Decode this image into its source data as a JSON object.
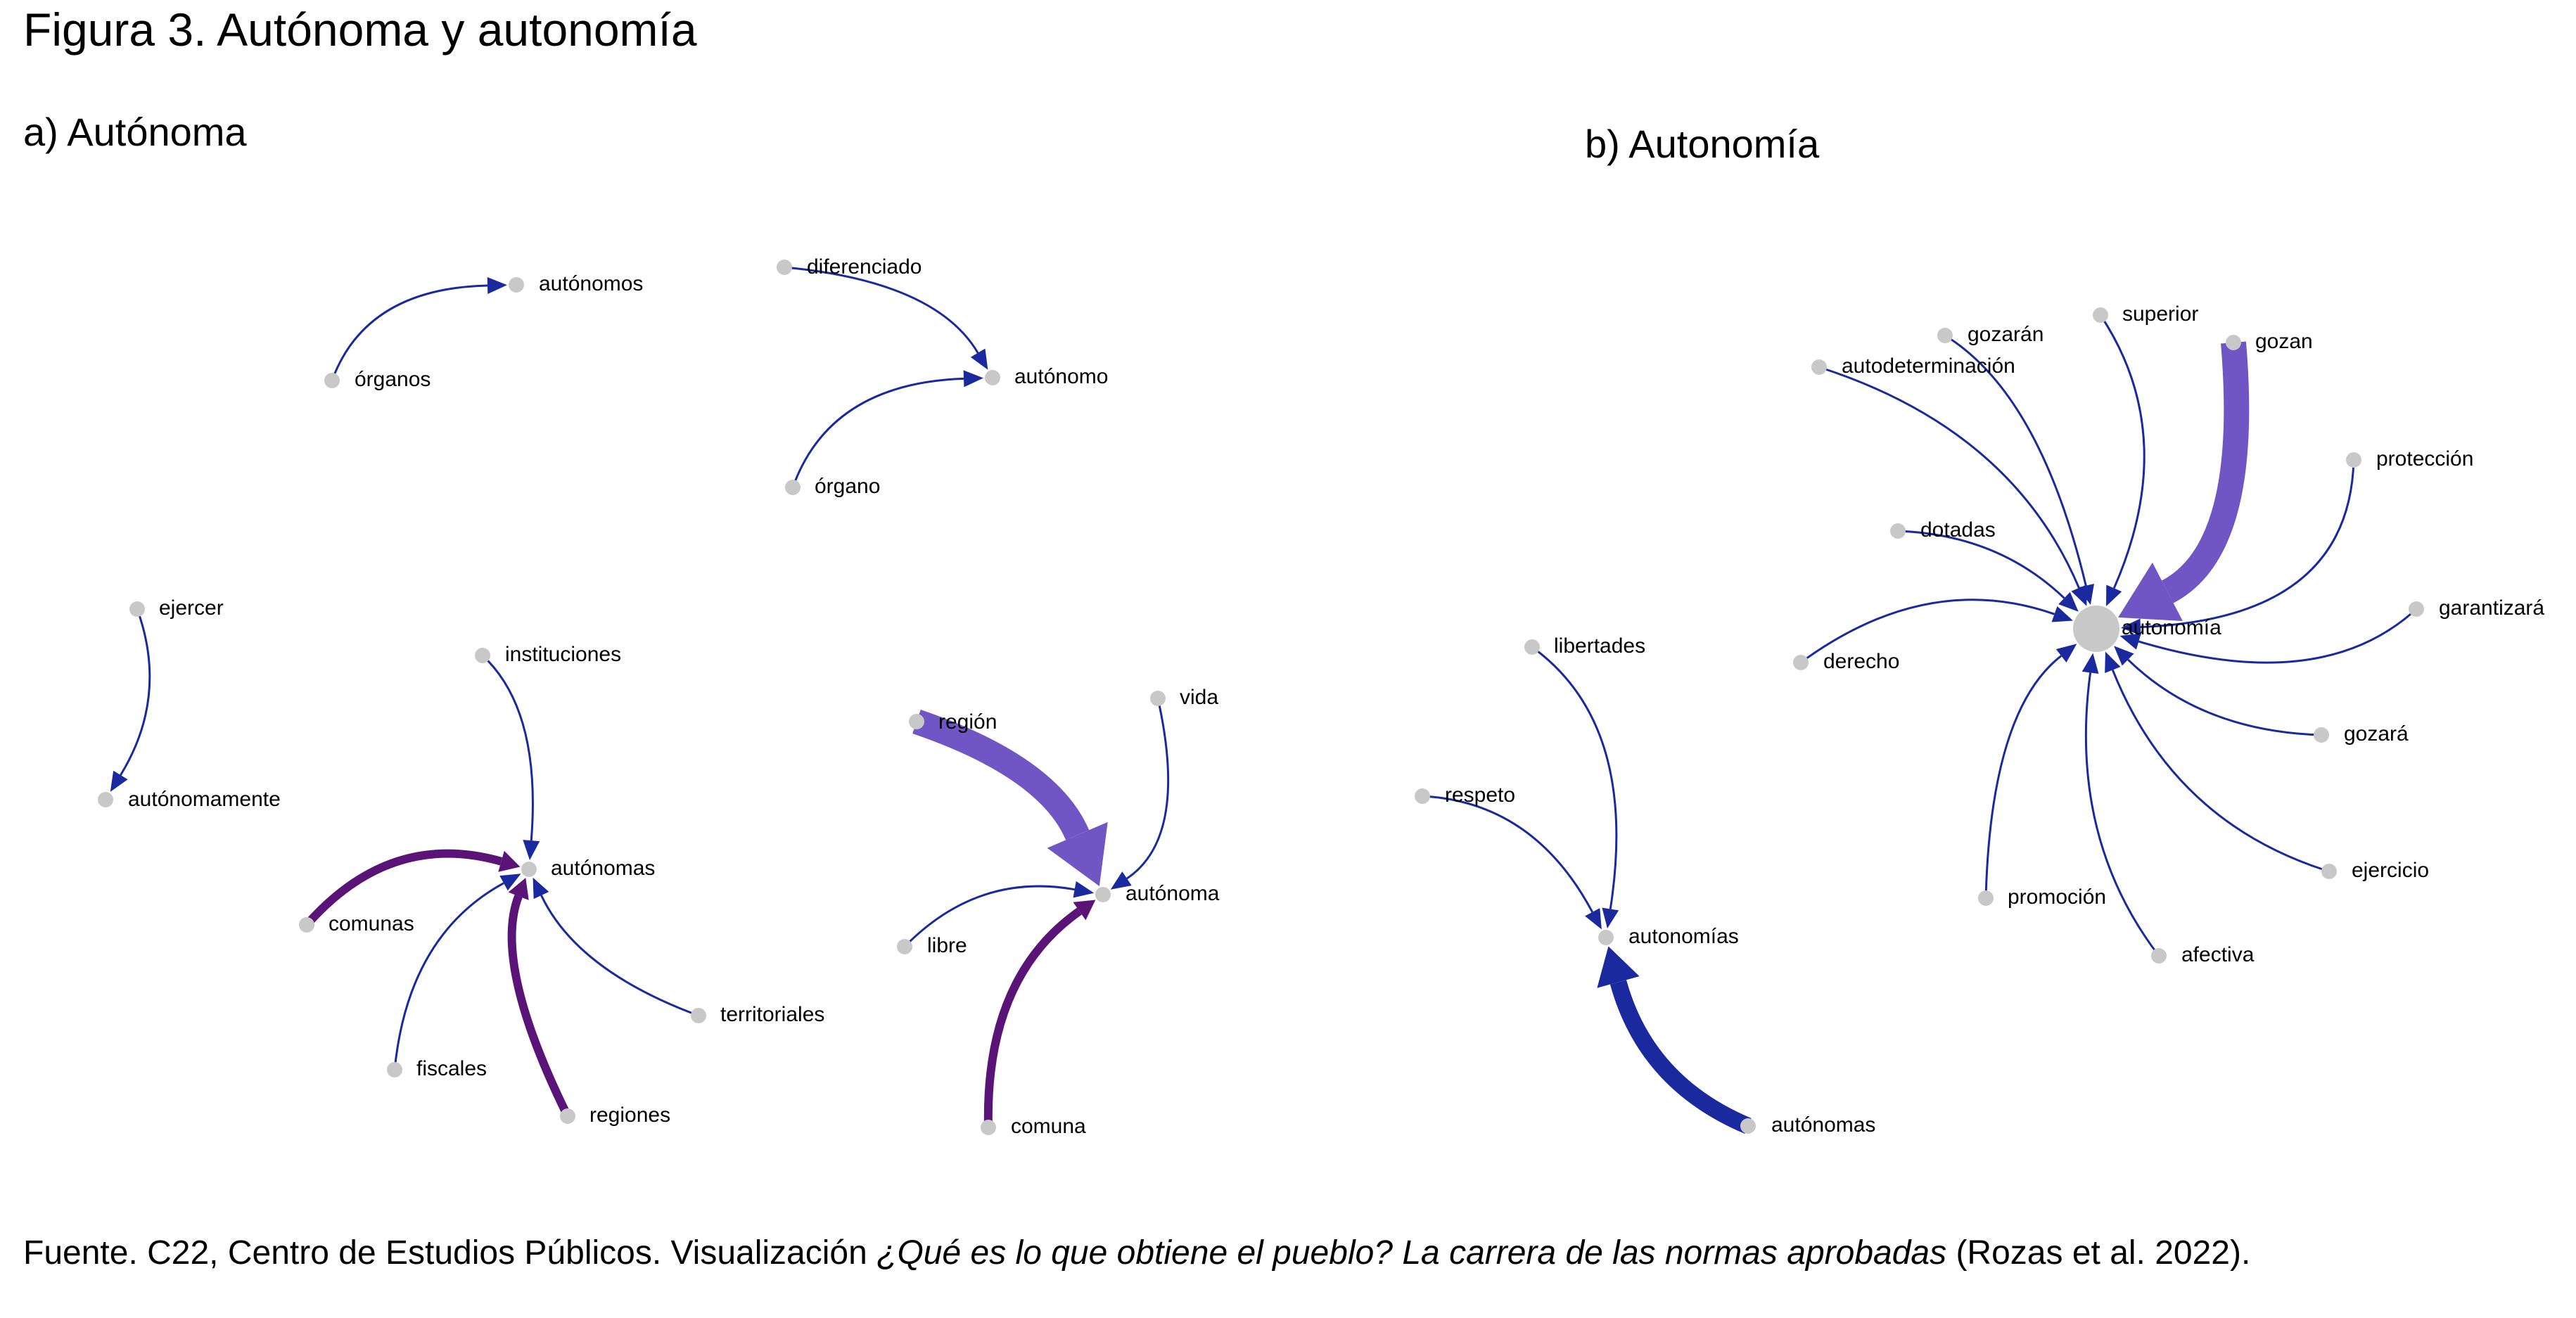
{
  "figure_title": "Figura 3. Autónoma y autonomía",
  "panels": [
    {
      "title": "a) Autónoma"
    },
    {
      "title": "b) Autonomía"
    }
  ],
  "source": {
    "prefix": "Fuente. C22, Centro de Estudios Públicos. Visualización ",
    "italic": "¿Qué es lo que obtiene el pueblo? La carrera de las normas aprobadas",
    "suffix": " (Rozas et al. 2022)."
  },
  "colors": {
    "node": "#c8c8c8",
    "edge_blue": "#1a2a9e",
    "edge_lavender": "#7055c4",
    "edge_purple": "#5a1478"
  },
  "graph": {
    "nodes": [
      {
        "id": "organos",
        "label": "órganos"
      },
      {
        "id": "autonomos",
        "label": "autónomos"
      },
      {
        "id": "diferenciado",
        "label": "diferenciado"
      },
      {
        "id": "autonomo",
        "label": "autónomo"
      },
      {
        "id": "organo",
        "label": "órgano"
      },
      {
        "id": "ejercer",
        "label": "ejercer"
      },
      {
        "id": "autonomamente",
        "label": "autónomamente"
      },
      {
        "id": "instituciones",
        "label": "instituciones"
      },
      {
        "id": "autonomas_a",
        "label": "autónomas"
      },
      {
        "id": "comunas",
        "label": "comunas"
      },
      {
        "id": "territoriales",
        "label": "territoriales"
      },
      {
        "id": "fiscales",
        "label": "fiscales"
      },
      {
        "id": "regiones",
        "label": "regiones"
      },
      {
        "id": "region",
        "label": "región"
      },
      {
        "id": "vida",
        "label": "vida"
      },
      {
        "id": "autonoma",
        "label": "autónoma"
      },
      {
        "id": "libre",
        "label": "libre"
      },
      {
        "id": "comuna",
        "label": "comuna"
      },
      {
        "id": "libertades",
        "label": "libertades"
      },
      {
        "id": "respeto",
        "label": "respeto"
      },
      {
        "id": "autonomias",
        "label": "autonomías"
      },
      {
        "id": "autonomas_b",
        "label": "autónomas"
      },
      {
        "id": "autonomia",
        "label": "autonomía",
        "hub": true
      },
      {
        "id": "autodeterminacion",
        "label": "autodeterminación"
      },
      {
        "id": "gozaran",
        "label": "gozarán"
      },
      {
        "id": "superior",
        "label": "superior"
      },
      {
        "id": "gozan",
        "label": "gozan"
      },
      {
        "id": "proteccion",
        "label": "protección"
      },
      {
        "id": "dotadas",
        "label": "dotadas"
      },
      {
        "id": "garantizara",
        "label": "garantizará"
      },
      {
        "id": "derecho",
        "label": "derecho"
      },
      {
        "id": "gozara",
        "label": "gozará"
      },
      {
        "id": "ejercicio",
        "label": "ejercicio"
      },
      {
        "id": "promocion",
        "label": "promoción"
      },
      {
        "id": "afectiva",
        "label": "afectiva"
      }
    ],
    "edges": [
      {
        "from": "organos",
        "to": "autonomos",
        "weight": 1,
        "color": "edge_blue"
      },
      {
        "from": "diferenciado",
        "to": "autonomo",
        "weight": 1,
        "color": "edge_blue"
      },
      {
        "from": "organo",
        "to": "autonomo",
        "weight": 1,
        "color": "edge_blue"
      },
      {
        "from": "ejercer",
        "to": "autonomamente",
        "weight": 1,
        "color": "edge_blue"
      },
      {
        "from": "instituciones",
        "to": "autonomas_a",
        "weight": 1,
        "color": "edge_blue"
      },
      {
        "from": "comunas",
        "to": "autonomas_a",
        "weight": 2,
        "color": "edge_purple"
      },
      {
        "from": "territoriales",
        "to": "autonomas_a",
        "weight": 1,
        "color": "edge_blue"
      },
      {
        "from": "fiscales",
        "to": "autonomas_a",
        "weight": 1,
        "color": "edge_blue"
      },
      {
        "from": "regiones",
        "to": "autonomas_a",
        "weight": 2,
        "color": "edge_purple"
      },
      {
        "from": "region",
        "to": "autonoma",
        "weight": 6,
        "color": "edge_lavender"
      },
      {
        "from": "vida",
        "to": "autonoma",
        "weight": 1,
        "color": "edge_blue"
      },
      {
        "from": "libre",
        "to": "autonoma",
        "weight": 1,
        "color": "edge_blue"
      },
      {
        "from": "comuna",
        "to": "autonoma",
        "weight": 2,
        "color": "edge_purple"
      },
      {
        "from": "libertades",
        "to": "autonomias",
        "weight": 1,
        "color": "edge_blue"
      },
      {
        "from": "respeto",
        "to": "autonomias",
        "weight": 1,
        "color": "edge_blue"
      },
      {
        "from": "autonomas_b",
        "to": "autonomias",
        "weight": 4,
        "color": "edge_blue"
      },
      {
        "from": "autodeterminacion",
        "to": "autonomia",
        "weight": 1,
        "color": "edge_blue"
      },
      {
        "from": "gozaran",
        "to": "autonomia",
        "weight": 1,
        "color": "edge_blue"
      },
      {
        "from": "superior",
        "to": "autonomia",
        "weight": 1,
        "color": "edge_blue"
      },
      {
        "from": "gozan",
        "to": "autonomia",
        "weight": 6,
        "color": "edge_lavender"
      },
      {
        "from": "proteccion",
        "to": "autonomia",
        "weight": 1,
        "color": "edge_blue"
      },
      {
        "from": "dotadas",
        "to": "autonomia",
        "weight": 1,
        "color": "edge_blue"
      },
      {
        "from": "garantizara",
        "to": "autonomia",
        "weight": 1,
        "color": "edge_blue"
      },
      {
        "from": "derecho",
        "to": "autonomia",
        "weight": 1,
        "color": "edge_blue"
      },
      {
        "from": "gozara",
        "to": "autonomia",
        "weight": 1,
        "color": "edge_blue"
      },
      {
        "from": "ejercicio",
        "to": "autonomia",
        "weight": 1,
        "color": "edge_blue"
      },
      {
        "from": "promocion",
        "to": "autonomia",
        "weight": 1,
        "color": "edge_blue"
      },
      {
        "from": "afectiva",
        "to": "autonomia",
        "weight": 1,
        "color": "edge_blue"
      }
    ]
  }
}
